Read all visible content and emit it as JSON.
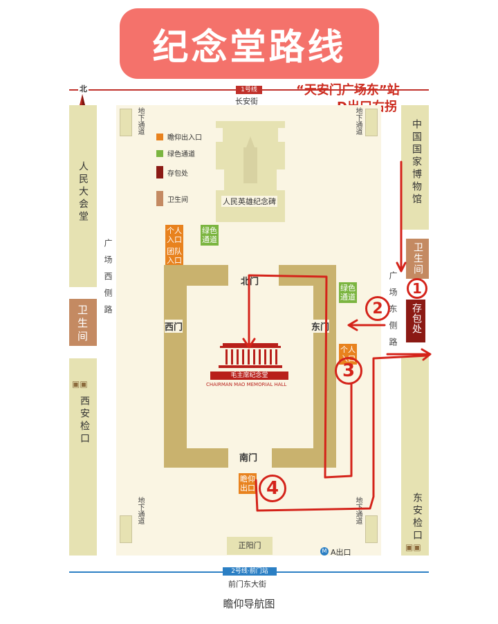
{
  "title": "纪念堂路线",
  "north_label": "北",
  "subway": {
    "line1": "1号线",
    "line1_street": "长安街",
    "line2": "2号线·前门站",
    "line2_street": "前门东大街"
  },
  "annotation": {
    "station": "“天安门广场东”站",
    "exit_turn": "D出口右拐"
  },
  "buildings": {
    "great_hall": "人民大会堂",
    "museum": "中国国家博物馆",
    "monument": "人民英雄纪念碑",
    "memorial_cn": "毛主席纪念堂",
    "memorial_en": "CHAIRMAN MAO MEMORIAL HALL",
    "zhengyangmen": "正阳门"
  },
  "roads": {
    "west": "广场西侧路",
    "east": "广场东侧路",
    "underpass": "地下通道"
  },
  "legend": [
    {
      "label": "瞻仰出入口",
      "color": "#e8821e"
    },
    {
      "label": "绿色通道",
      "color": "#7bb540"
    },
    {
      "label": "存包处",
      "color": "#8b1a14"
    },
    {
      "label": "卫生间",
      "color": "#c48a62"
    }
  ],
  "entrances": {
    "personal": "个人入口",
    "group": "团队入口",
    "green": "绿色通道",
    "viewing": "瞻仰出口",
    "storage": "存包处",
    "restroom": "卫生间"
  },
  "gates": {
    "north": "北门",
    "south": "南门",
    "east": "东门",
    "west": "西门"
  },
  "checkpoints": {
    "west": "西安检口",
    "east": "东安检口"
  },
  "exit_a": "A出口",
  "steps": [
    "1",
    "2",
    "3",
    "4"
  ],
  "caption": "瞻仰导航图",
  "colors": {
    "route": "#d4231a",
    "title_bg": "#f4726b",
    "plaza": "#faf5e3",
    "building": "#e6e2b2",
    "gold": "#c9b26e"
  }
}
